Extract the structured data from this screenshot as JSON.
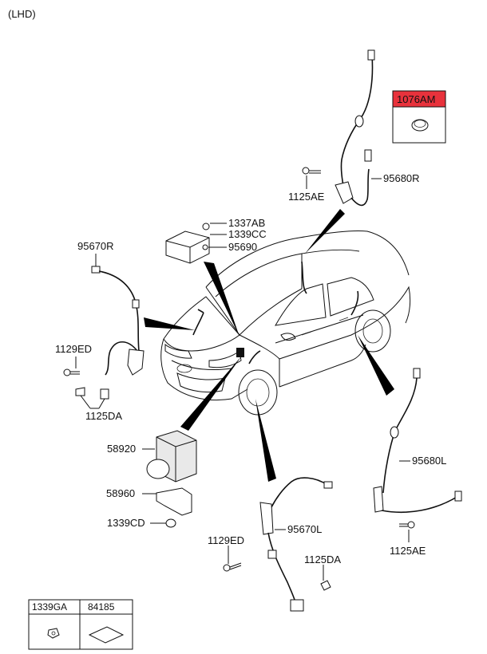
{
  "header": {
    "variant": "(LHD)"
  },
  "colors": {
    "highlight_box": "#e8323c",
    "line": "#111111"
  },
  "callouts": {
    "p1076AM": "1076AM",
    "p95680R": "95680R",
    "p1125AE_top": "1125AE",
    "p1337AB": "1337AB",
    "p1339CC": "1339CC",
    "p95690": "95690",
    "p95670R": "95670R",
    "p1129ED_left": "1129ED",
    "p1125DA_left": "1125DA",
    "p58920": "58920",
    "p58960": "58960",
    "p1339CD": "1339CD",
    "p95680L": "95680L",
    "p1125AE_bottom": "1125AE",
    "p95670L": "95670L",
    "p1129ED_bottom": "1129ED",
    "p1125DA_bottom": "1125DA"
  },
  "legend_table": {
    "columns": [
      "1339GA",
      "84185"
    ]
  }
}
